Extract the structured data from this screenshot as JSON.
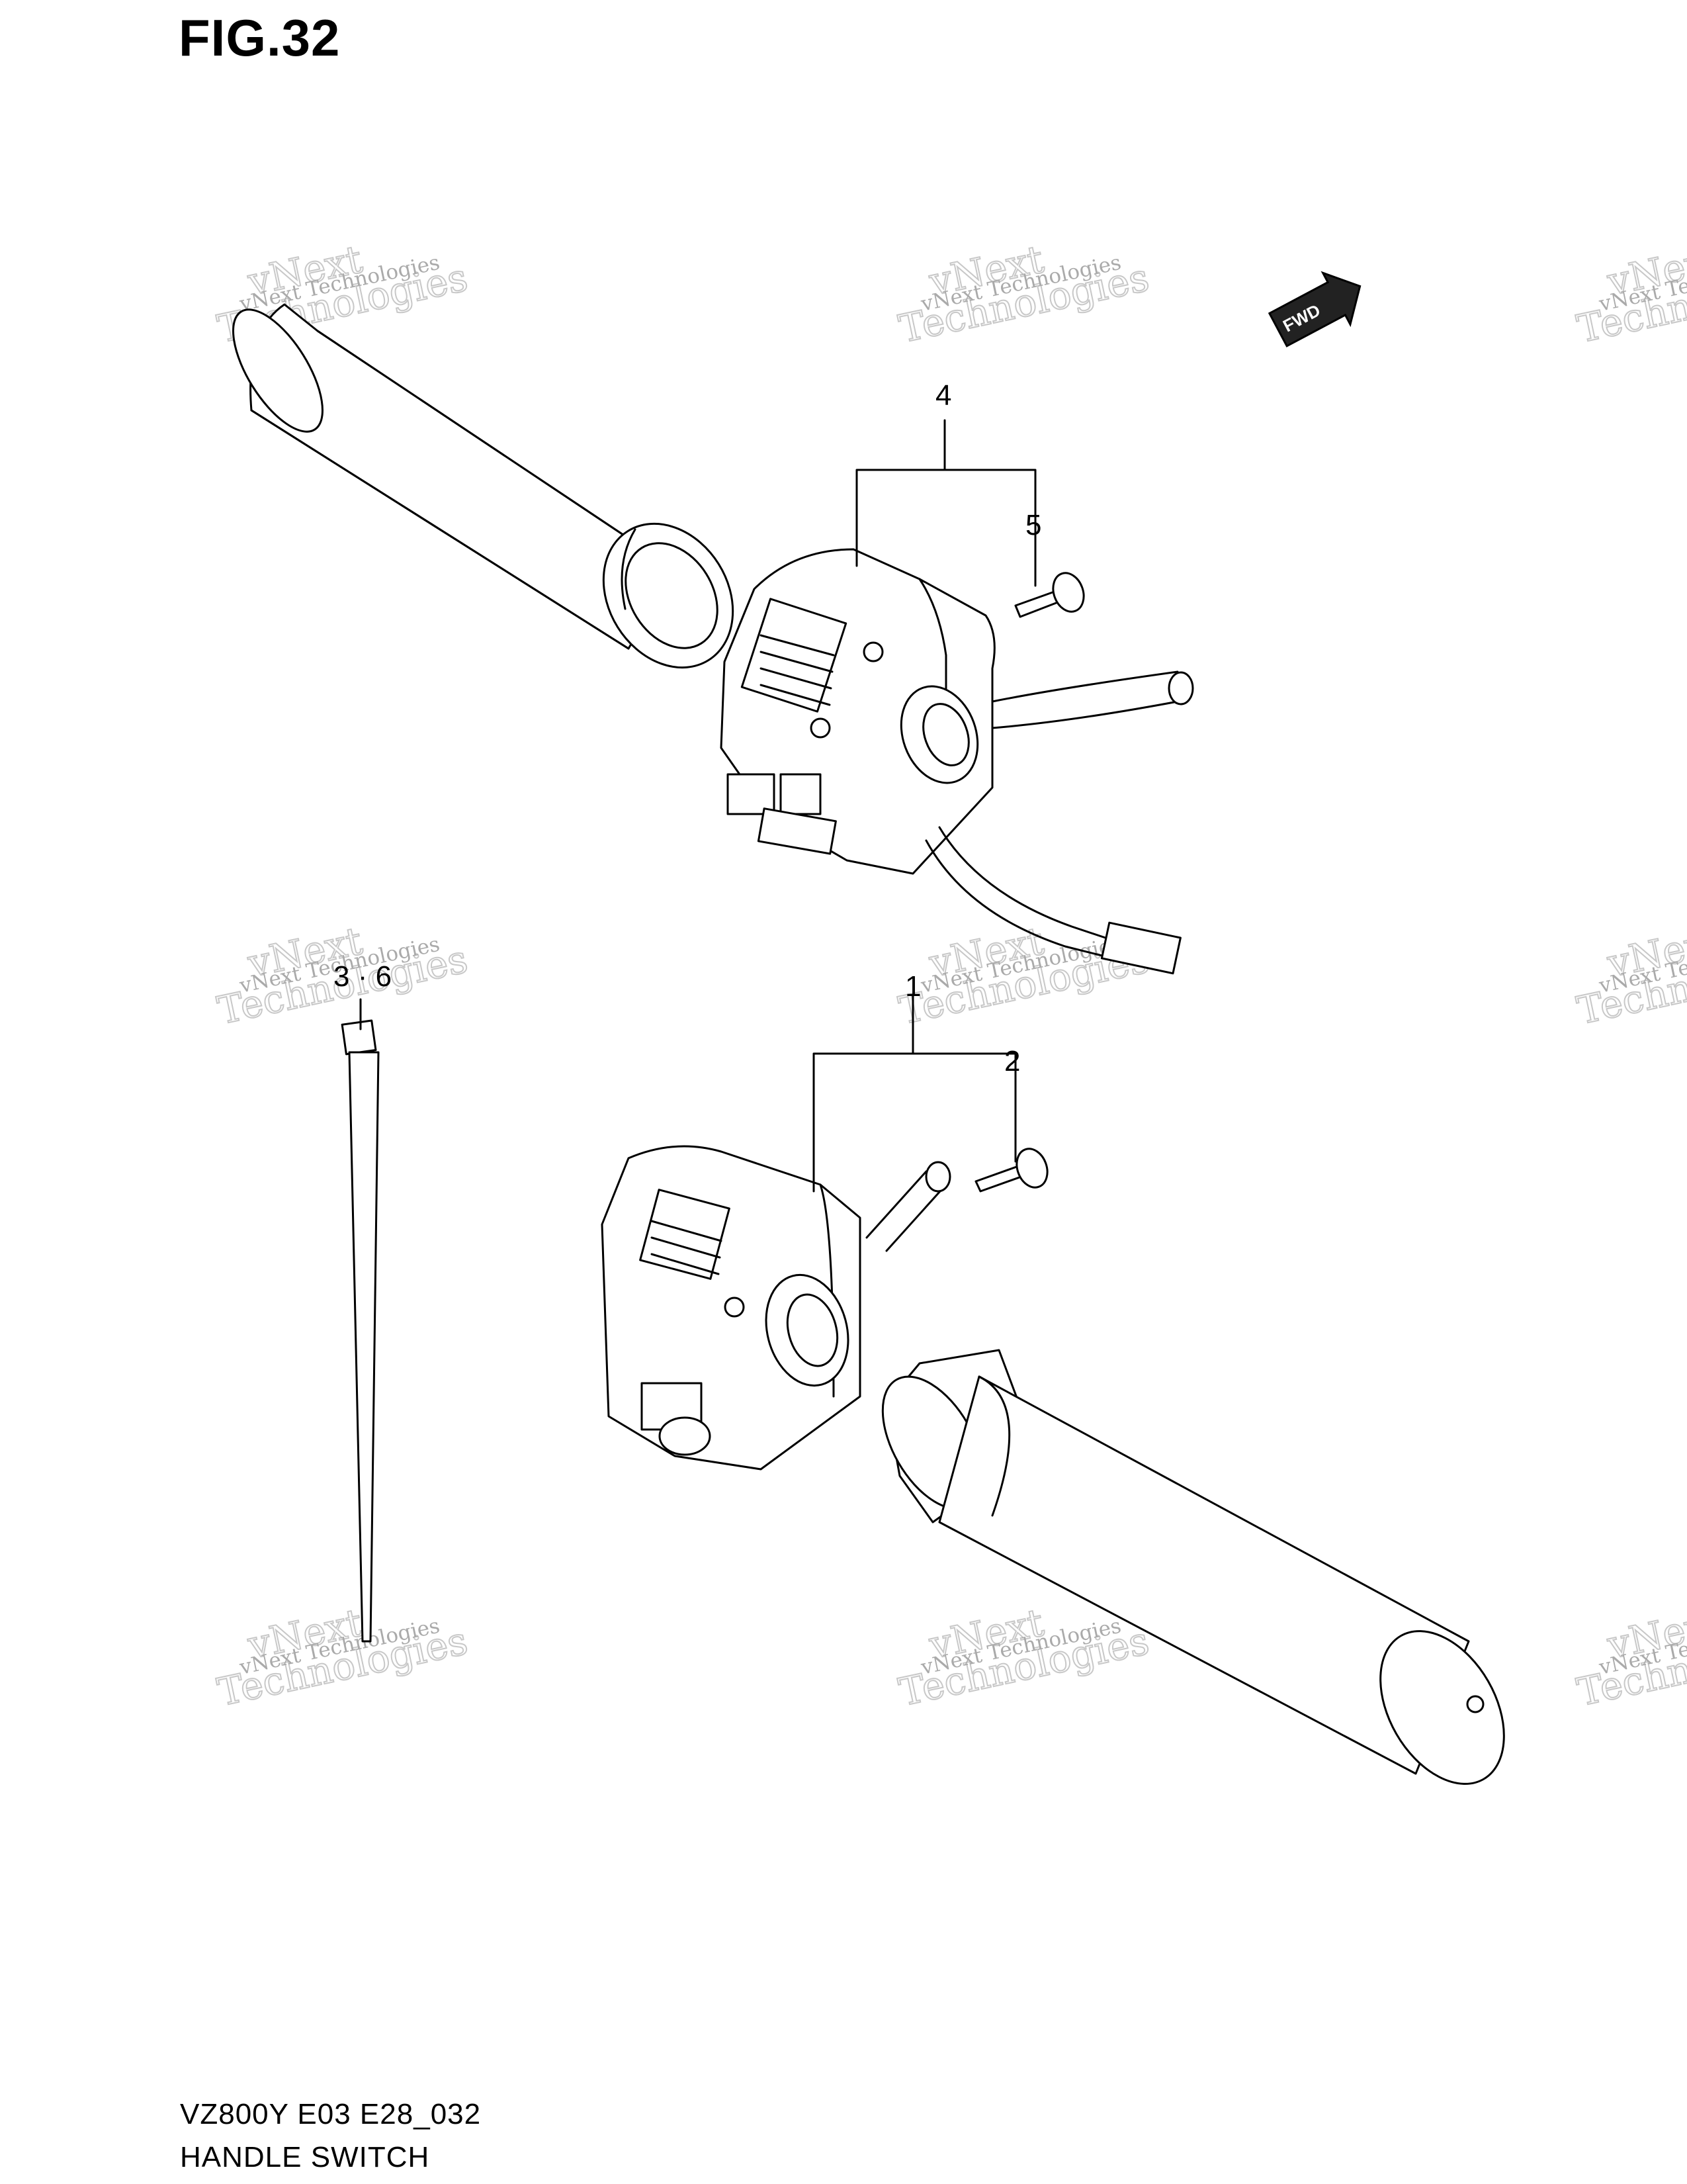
{
  "figure": {
    "title": "FIG.32"
  },
  "footer": {
    "model_code": "VZ800Y E03 E28_032",
    "section_name": "HANDLE SWITCH"
  },
  "callouts": {
    "part_1": "1",
    "part_2": "2",
    "part_3_6": "3 · 6",
    "part_4": "4",
    "part_5": "5"
  },
  "direction_badge": {
    "label": "FWD"
  },
  "watermark": {
    "line1": "vNext Technologies",
    "line2": "vNext",
    "line3": "Technologies"
  }
}
